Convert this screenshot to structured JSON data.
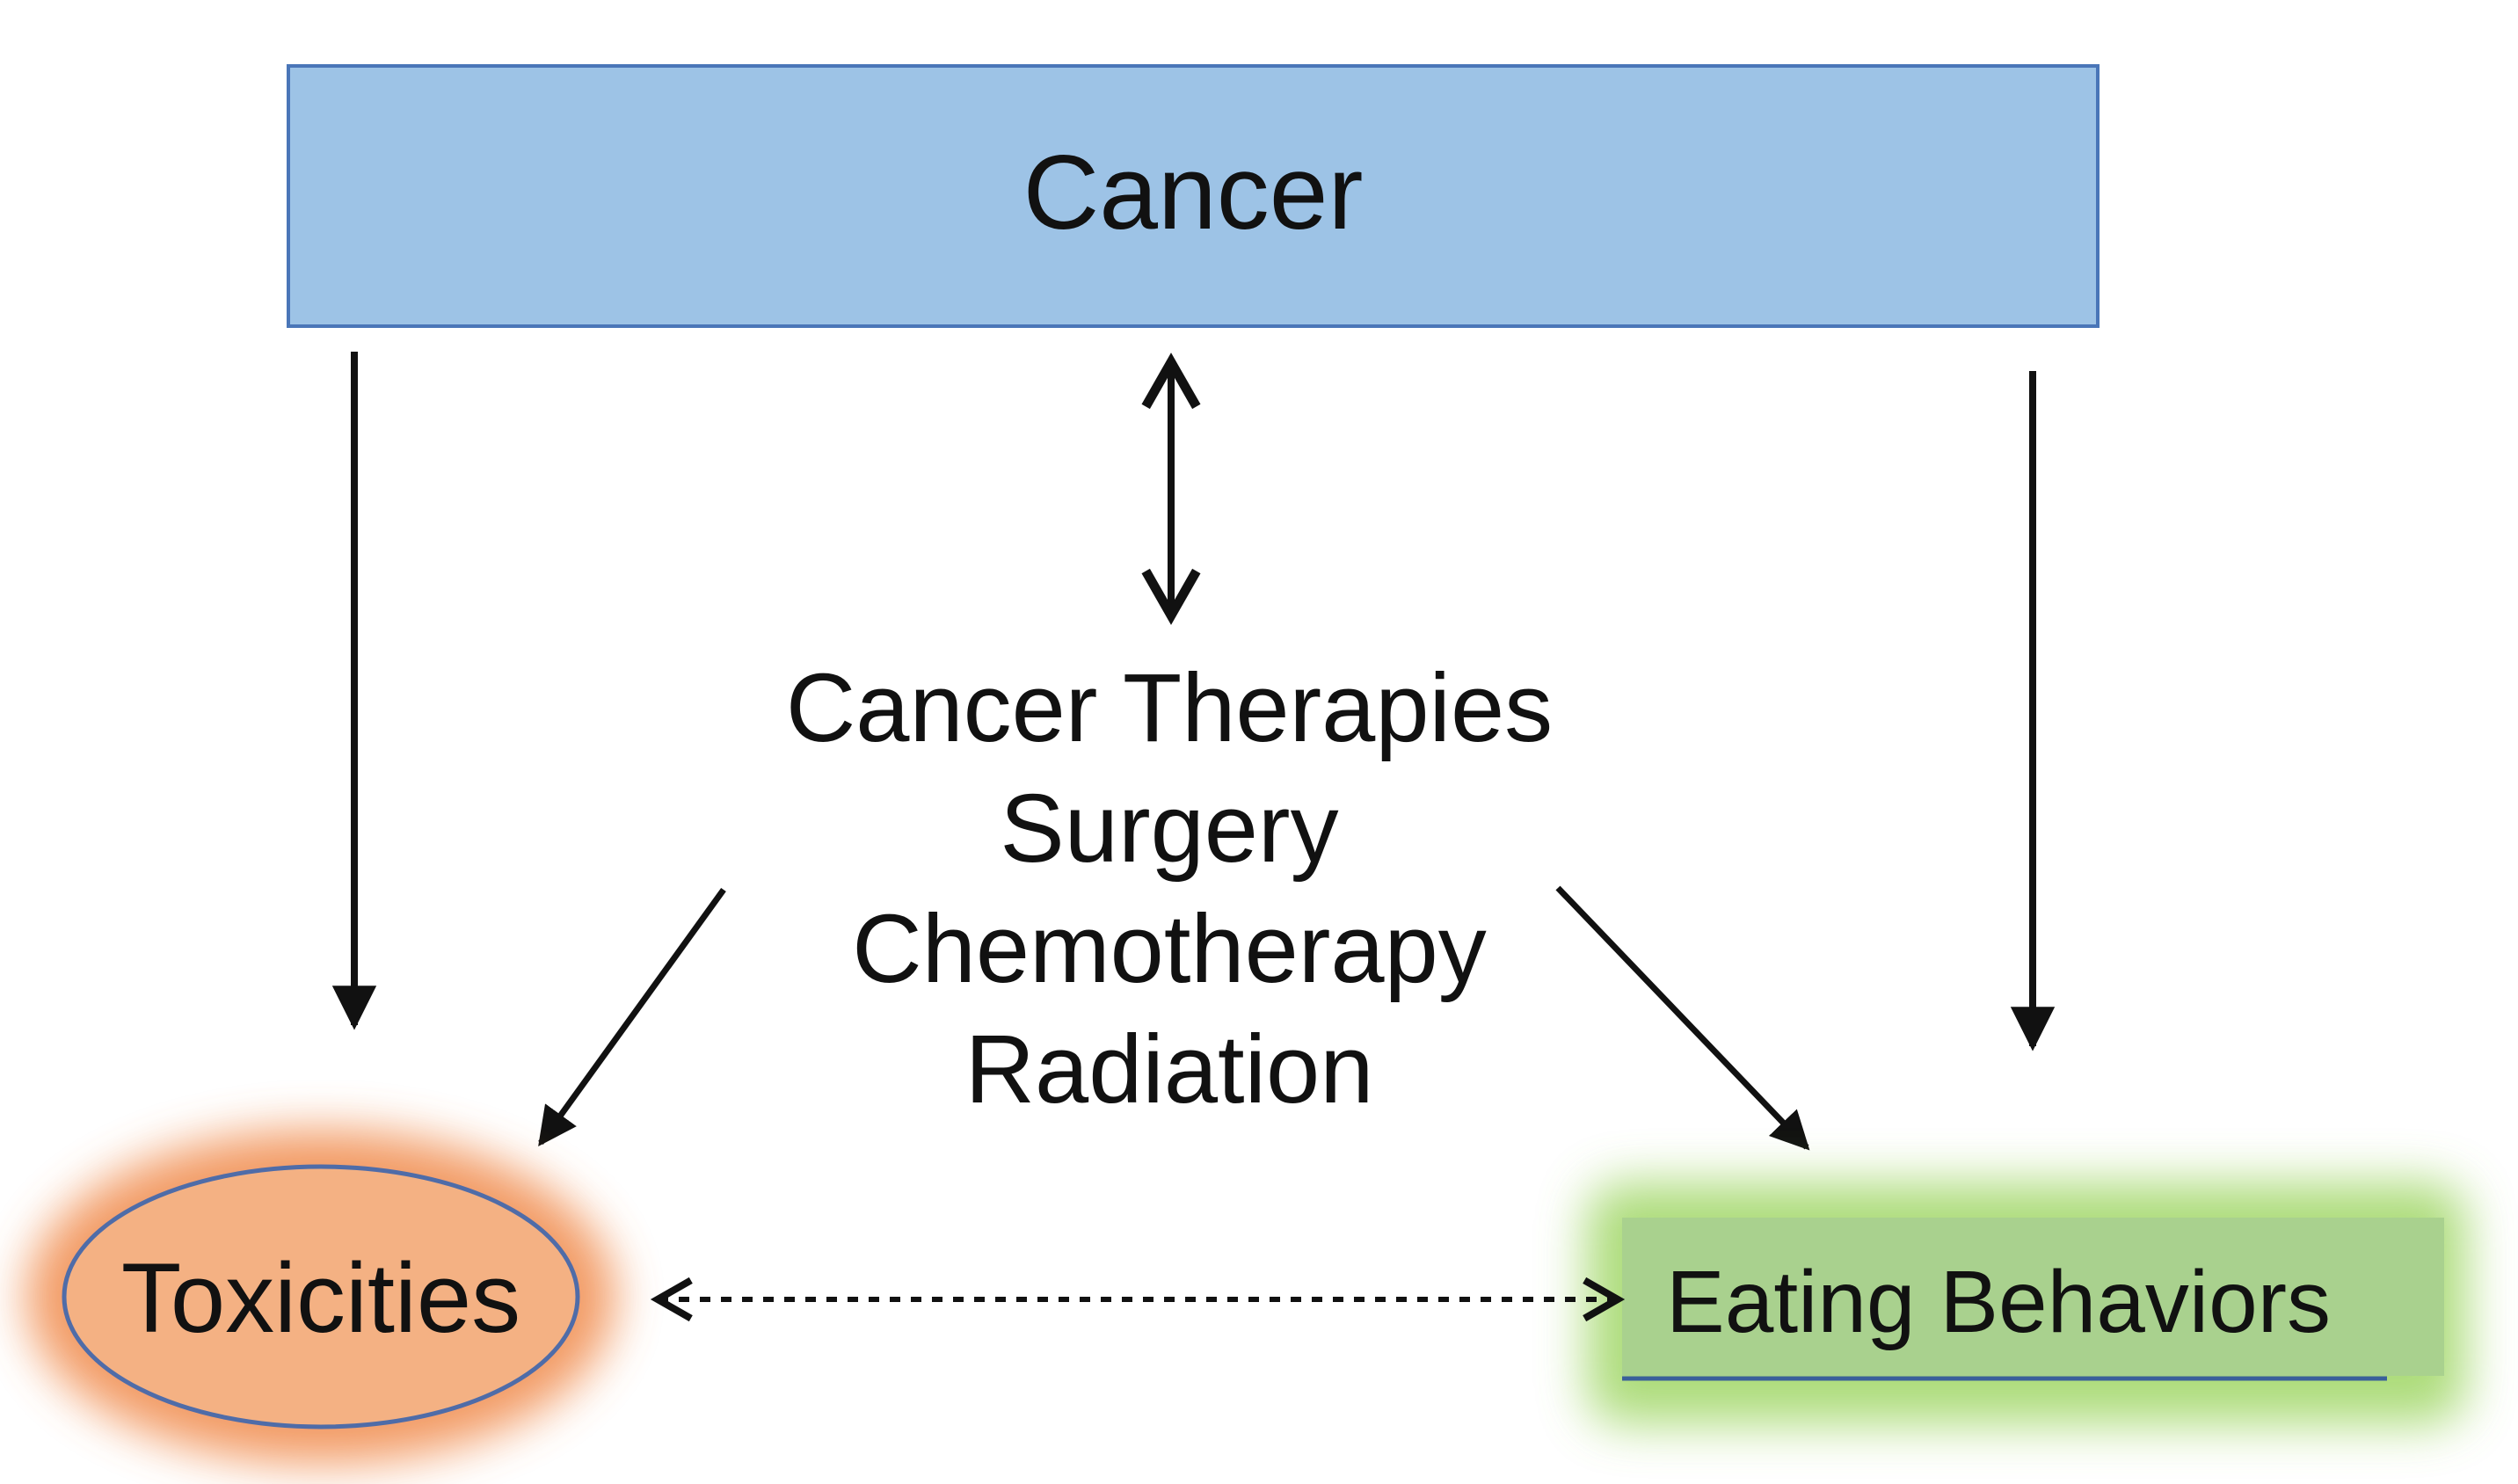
{
  "nodes": {
    "cancer": {
      "label": "Cancer",
      "fill": "#9dc3e6",
      "stroke": "#4a76b8"
    },
    "toxicities": {
      "label": "Toxicities",
      "fill": "#f4b183",
      "stroke": "#4f6ca8",
      "glow": "#f08a4b"
    },
    "eating_behaviors": {
      "label": "Eating Behaviors",
      "fill": "#a9d18e",
      "underline": "#3a5f9a",
      "glow": "#92d050"
    }
  },
  "therapies": {
    "heading": "Cancer Therapies",
    "items": [
      "Surgery",
      "Chemotherapy",
      "Radiation"
    ]
  },
  "colors": {
    "arrow": "#111111",
    "background": "#ffffff"
  }
}
